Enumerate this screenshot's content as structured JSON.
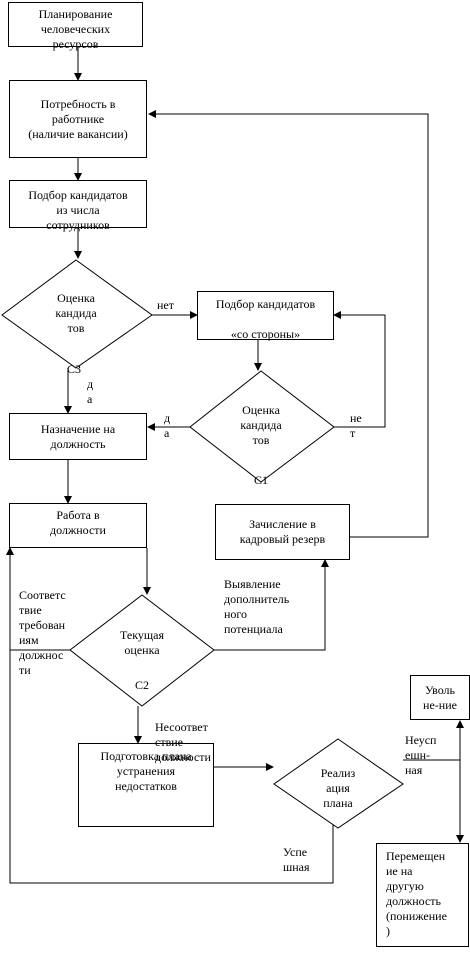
{
  "nodes": {
    "planning": "Планирование\nчеловеческих\nресурсов",
    "need": "Потребность в\nработнике\n(наличие вакансии)",
    "select_internal": "Подбор кандидатов\nиз числа\nсотрудников",
    "assessment_c3": "Оценка\nкандида\nтов",
    "select_external": "Подбор кандидатов\n\n«со стороны»",
    "assessment_c1": "Оценка\nкандида\nтов",
    "appointment": "Назначение на\nдолжность",
    "work": "Работа в\nдолжности",
    "reserve": "Зачисление в\nкадровый резерв",
    "current_assessment": "Текущая\nоценка",
    "plan_prep": "Подготовка плана\nустранения\nнедостатков",
    "plan_realization": "Реализ\nация\nплана",
    "dismissal": "Уволь\nне-ние",
    "transfer": "Перемещен\nие на\nдругую\nдолжность\n(понижение\n)"
  },
  "codes": {
    "c3": "С3",
    "c1": "С1",
    "c2": "С2"
  },
  "labels": {
    "no_c3": "нет",
    "yes_c3": "д\nа",
    "yes_c1": "д\nа",
    "no_c1": "не\nт",
    "conforms": "Соответс\nтвие\nтребован\nиям\nдолжнос\nти",
    "potential": "Выявление\nдополнитель\nного\nпотенциала",
    "not_conforms": "Несоответ\nствие\nдолжности",
    "unsuccessful": "Неусп\nешн-\nная",
    "successful": "Успе\nшная"
  }
}
